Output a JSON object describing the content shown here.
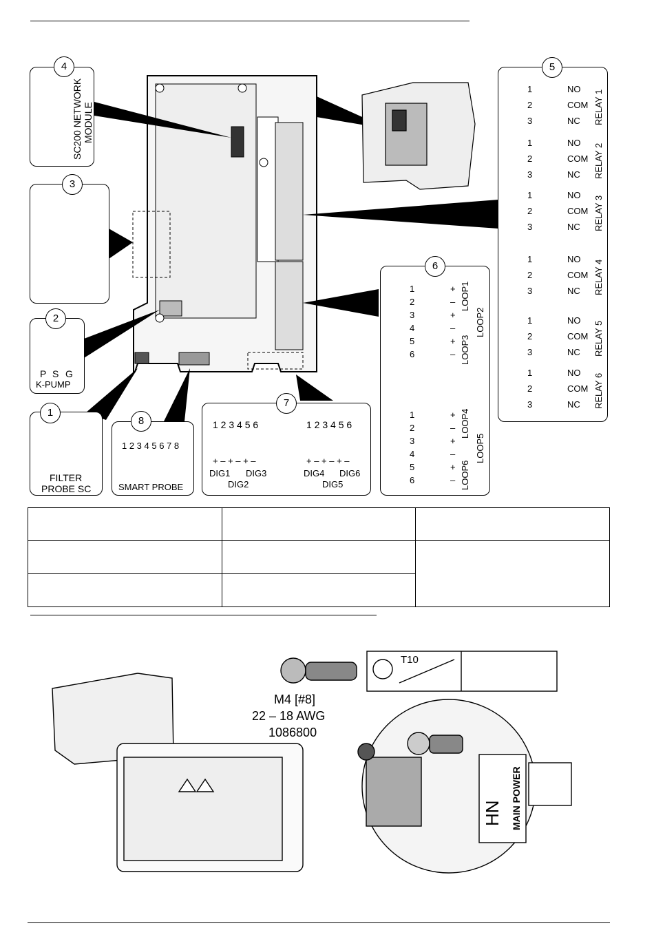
{
  "callouts": {
    "c1": {
      "num": "1",
      "line1": "FILTER",
      "line2": "PROBE SC"
    },
    "c2": {
      "num": "2",
      "pins": [
        "P",
        "S",
        "G"
      ],
      "label": "K-PUMP"
    },
    "c3": {
      "num": "3"
    },
    "c4": {
      "num": "4",
      "line1": "SC200 NETWORK",
      "line2": "MODULE"
    },
    "c5": {
      "num": "5",
      "contacts": [
        "NO",
        "COM",
        "NC"
      ],
      "pins": [
        "1",
        "2",
        "3"
      ],
      "relays": [
        "RELAY 1",
        "RELAY 2",
        "RELAY 3",
        "RELAY 4",
        "RELAY 5",
        "RELAY 6"
      ]
    },
    "c6": {
      "num": "6",
      "pins": [
        "1",
        "2",
        "3",
        "4",
        "5",
        "6"
      ],
      "polarity": [
        "+",
        "–",
        "+",
        "–",
        "+",
        "–"
      ],
      "loops_a": [
        "LOOP1",
        "LOOP2",
        "LOOP3"
      ],
      "loops_b": [
        "LOOP4",
        "LOOP5",
        "LOOP6"
      ]
    },
    "c7": {
      "num": "7",
      "pins": "1 2 3 4 5 6",
      "polarity": "+ – + – + –",
      "left": {
        "a": "DIG1",
        "b": "DIG3",
        "c": "DIG2"
      },
      "right": {
        "a": "DIG4",
        "b": "DIG6",
        "c": "DIG5"
      }
    },
    "c8": {
      "num": "8",
      "pins": "1 2 3 4 5 6 7 8",
      "label": "SMART PROBE"
    }
  },
  "parts": {
    "ring": "M4 [#8]",
    "awg": "22 – 18 AWG",
    "part": "1086800",
    "tool": "T10"
  },
  "ground": {
    "label": "MAIN POWER",
    "hn": "HN"
  },
  "colors": {
    "line": "#000000",
    "board": "#f2f2f2",
    "terminal": "#6e6e6e",
    "terminal_light": "#cfcfcf"
  }
}
